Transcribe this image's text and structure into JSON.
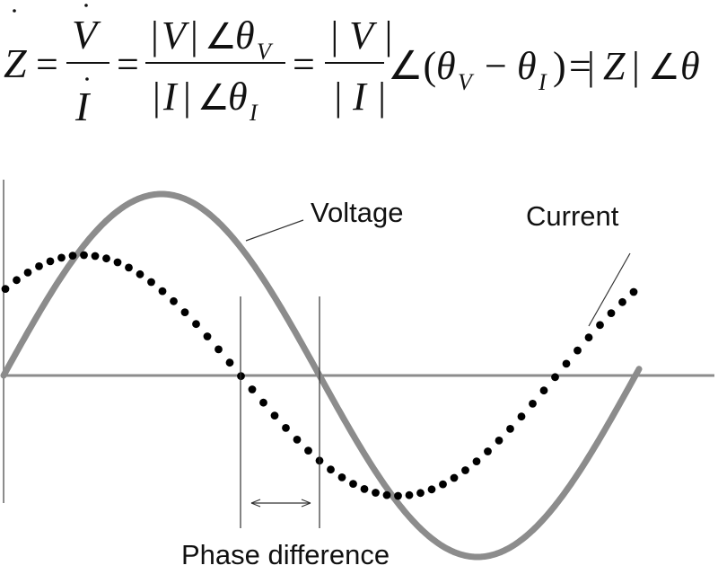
{
  "equation": {
    "lhs": "Z",
    "eq": "=",
    "num1": "V",
    "den1": "I",
    "num2_bar1": "|",
    "num2_v": "V",
    "num2_bar2": "|",
    "num2_angle": "∠",
    "num2_theta": "θ",
    "num2_sub": "V",
    "den2_bar1": "|",
    "den2_i": "I",
    "den2_bar2": "|",
    "den2_angle": "∠",
    "den2_theta": "θ",
    "den2_sub": "I",
    "num3": "| V |",
    "den3": "| I |",
    "angle3": "∠(",
    "theta_a": "θ",
    "sub_a": "V",
    "minus": "−",
    "theta_b": "θ",
    "sub_b": "I",
    "close": ")",
    "eq_final": "=",
    "final_bar1": "|",
    "final_z": "Z",
    "final_bar2": "|",
    "final_angle": "∠",
    "final_theta": "θ"
  },
  "labels": {
    "voltage": "Voltage",
    "current": "Current",
    "phase_difference": "Phase difference"
  },
  "colors": {
    "voltage": "#8c8c8c",
    "current": "#000000",
    "axis": "#8c8c8c",
    "guide": "#333333",
    "text": "#111111"
  }
}
